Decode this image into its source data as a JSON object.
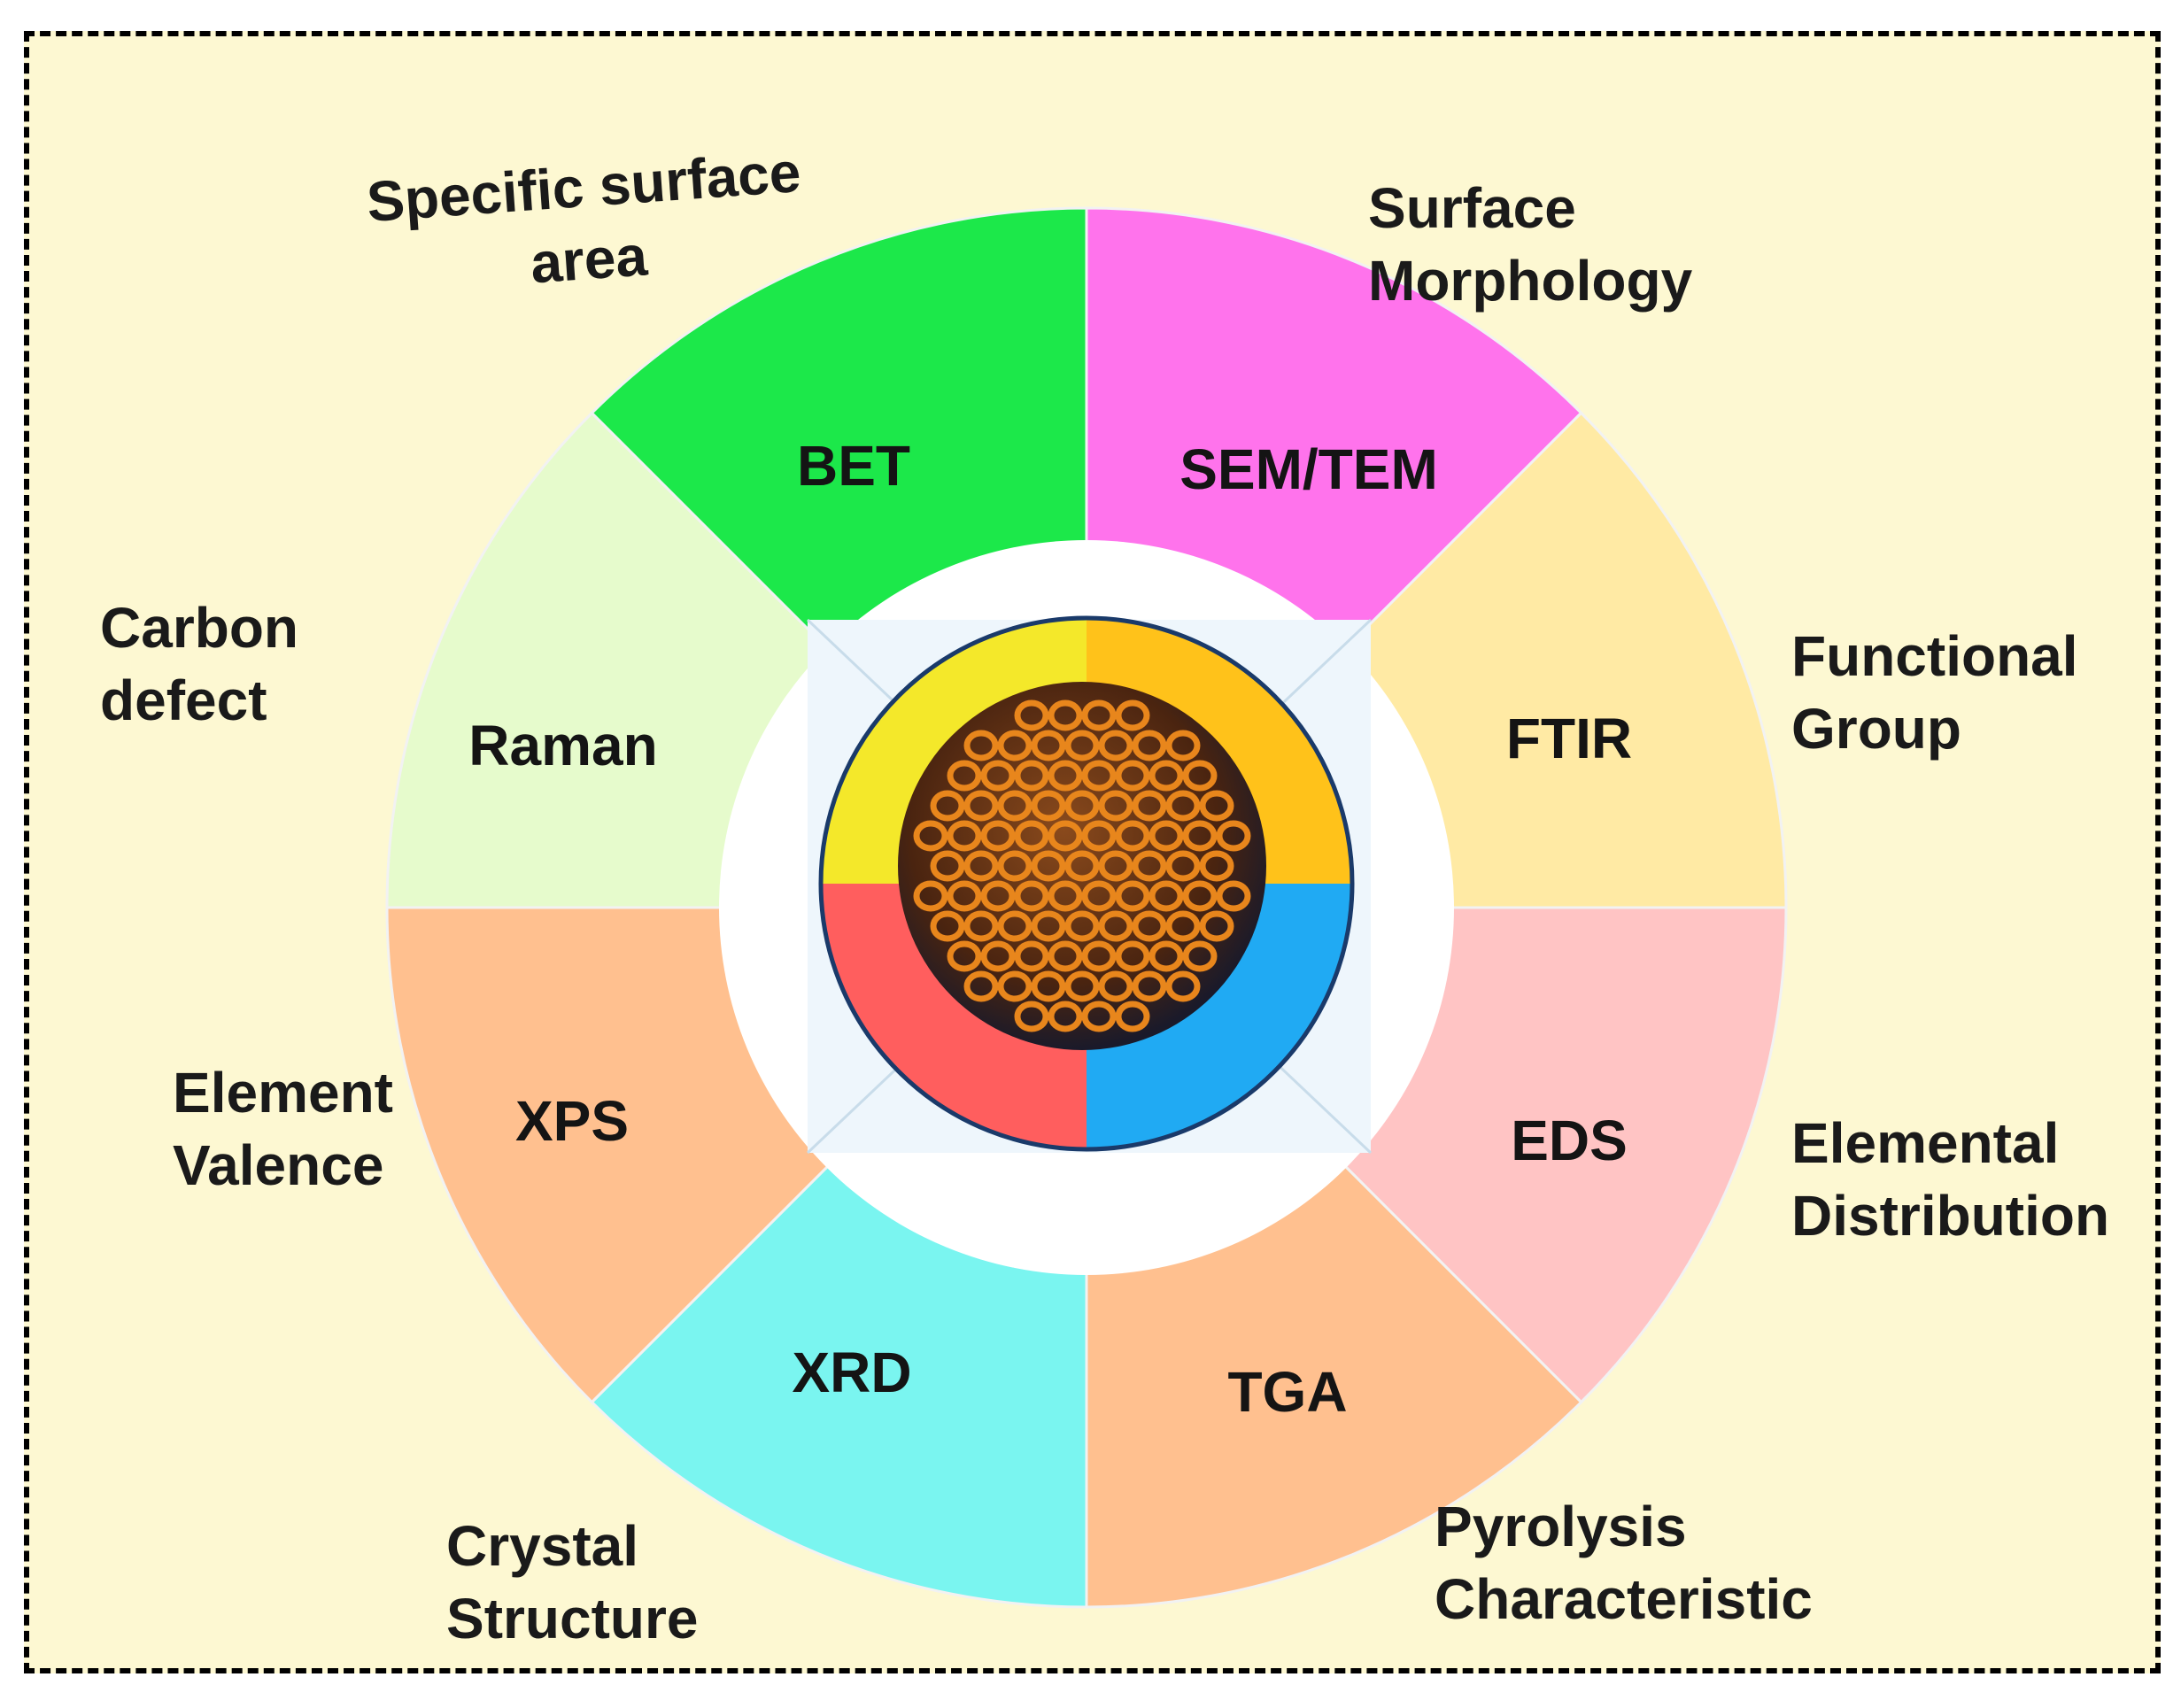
{
  "segments": [
    {
      "id": "bet",
      "label": "BET",
      "color": "#ff73ec"
    },
    {
      "id": "sem",
      "label": "SEM/TEM",
      "color": "#ffeaa4"
    },
    {
      "id": "ftir",
      "label": "FTIR",
      "color": "#ffc4c4"
    },
    {
      "id": "eds",
      "label": "EDS",
      "color": "#ffc08f"
    },
    {
      "id": "tga",
      "label": "TGA",
      "color": "#7af5f0"
    },
    {
      "id": "xrd",
      "label": "XRD",
      "color": "#ffc08f"
    },
    {
      "id": "xps",
      "label": "XPS",
      "color": "#e6fbcc"
    },
    {
      "id": "raman",
      "label": "Raman",
      "color": "#1ce84a"
    }
  ],
  "properties": {
    "specific_surface_area": [
      "Specific surface",
      "area"
    ],
    "surface_morphology": [
      "Surface",
      "Morphology"
    ],
    "functional_group": [
      "Functional",
      "Group"
    ],
    "elemental_distribution": [
      "Elemental",
      "Distribution"
    ],
    "pyrolysis_characteristic": [
      "Pyrolysis",
      "Characteristic"
    ],
    "crystal_structure": [
      "Crystal",
      "Structure"
    ],
    "element_valence": [
      "Element",
      "Valence"
    ],
    "carbon_defect": [
      "Carbon",
      "defect"
    ]
  },
  "center_image": {
    "quadrant_colors": [
      "#f4e82a",
      "#ffc21a",
      "#20aaf3",
      "#ff5e5e"
    ],
    "particle_color": "#6b3210",
    "pore_color": "#e8861c"
  }
}
